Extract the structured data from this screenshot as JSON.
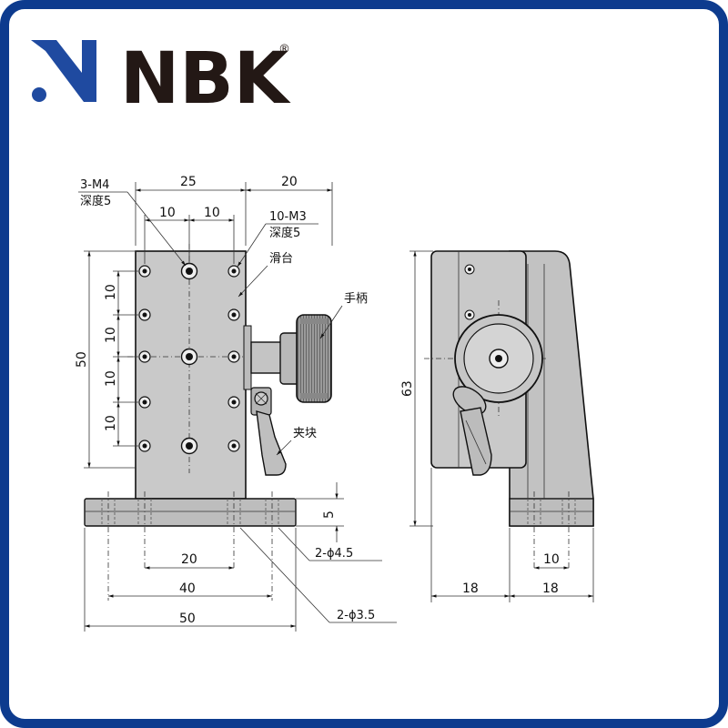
{
  "brand": {
    "name": "NBK",
    "registered": "®",
    "frame_color": "#0d3b8e",
    "logo_color": "#1f4aa0",
    "text_color": "#231815"
  },
  "front_view": {
    "labels": {
      "tap_top": "3-M4",
      "tap_top_depth": "深度5",
      "tap_side": "10-M3",
      "tap_side_depth": "深度5",
      "slide": "滑台",
      "knob": "手柄",
      "clamp": "夹块",
      "hole_45": "2-ϕ4.5",
      "hole_35": "2-ϕ3.5"
    },
    "dims": {
      "top_25": "25",
      "top_20": "20",
      "pitch_a": "10",
      "pitch_b": "10",
      "height_50": "50",
      "v1": "10",
      "v2": "10",
      "v3": "10",
      "v4": "10",
      "base_5": "5",
      "bottom_20": "20",
      "bottom_40": "40",
      "bottom_50": "50"
    }
  },
  "side_view": {
    "dims": {
      "height_63": "63",
      "small_10": "10",
      "left_18": "18",
      "right_18": "18"
    }
  }
}
